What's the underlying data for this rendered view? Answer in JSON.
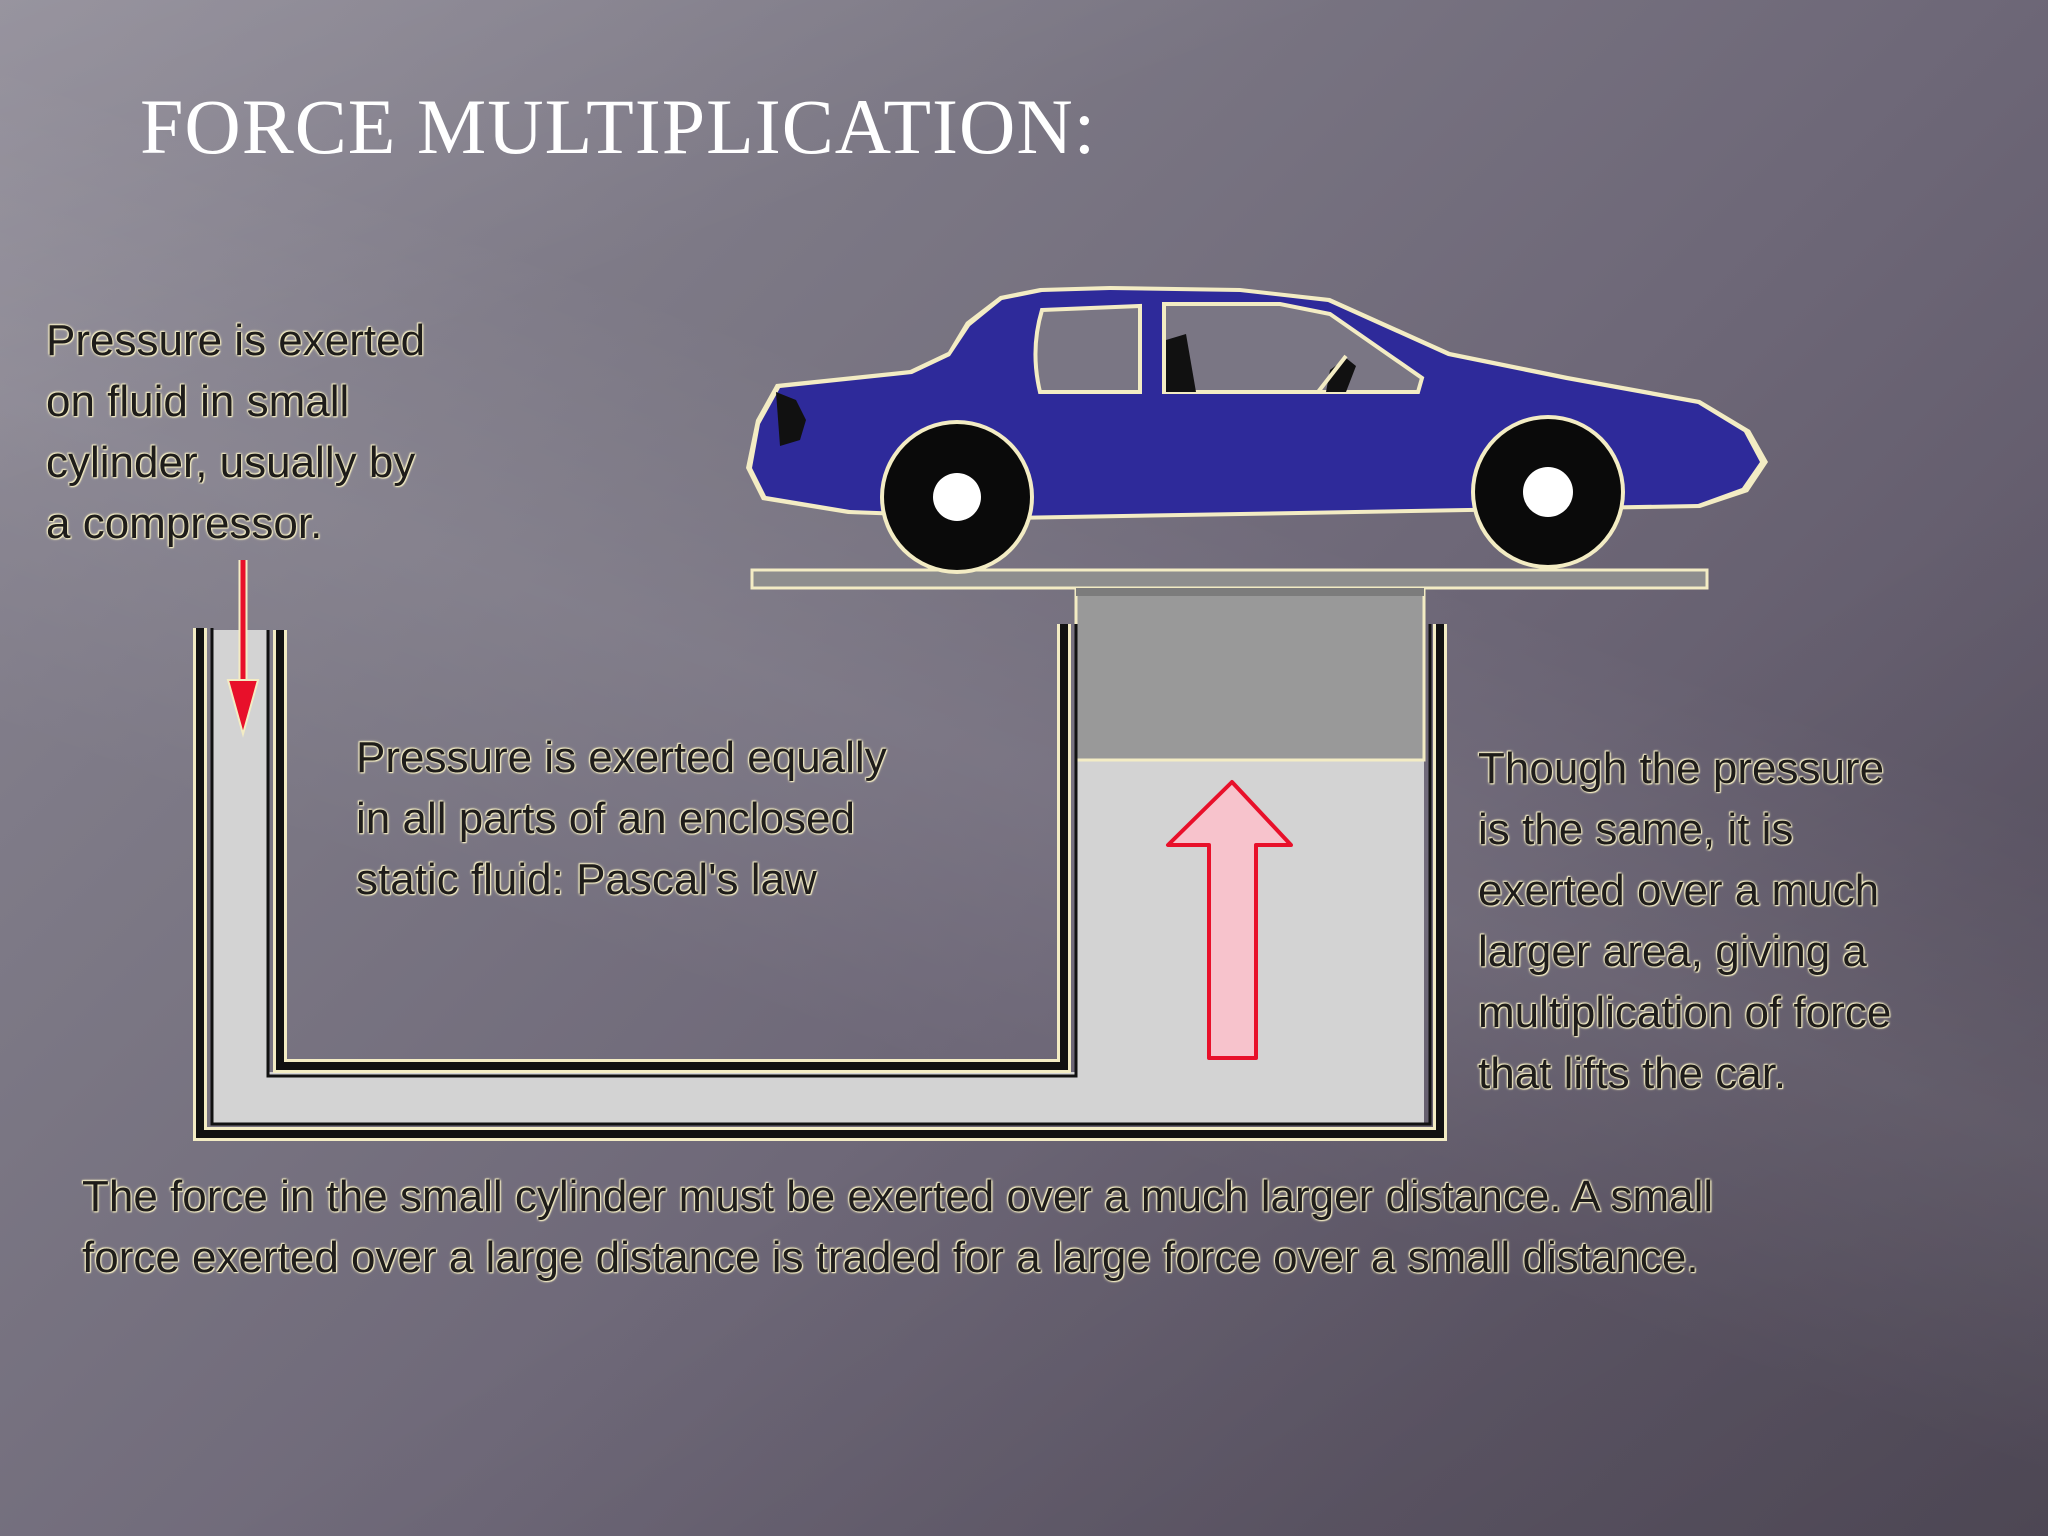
{
  "slide": {
    "title": "FORCE MULTIPLICATION:"
  },
  "labels": {
    "small_cylinder": [
      "Pressure is exerted",
      "on fluid in small",
      "cylinder, usually by",
      "a compressor."
    ],
    "pascal": [
      "Pressure is exerted equally",
      "in all parts of an enclosed",
      "static fluid: Pascal's law"
    ],
    "large_piston": [
      "Though the pressure",
      "is the same, it is",
      "exerted over a much",
      "larger area, giving a",
      "multiplication of force",
      "that lifts the car."
    ],
    "tradeoff": [
      "The force in the small cylinder must be exerted over a much larger distance. A small",
      "force exerted over a large distance is traded for a large force over a small distance."
    ]
  },
  "colors": {
    "car_body": "#2e2a9a",
    "fluid": "#d3d3d3",
    "piston": "#999999",
    "small_force_arrow": "#e8102a",
    "large_force_arrow": "#f7c3cc",
    "label_outline": "#f3ecc4"
  }
}
